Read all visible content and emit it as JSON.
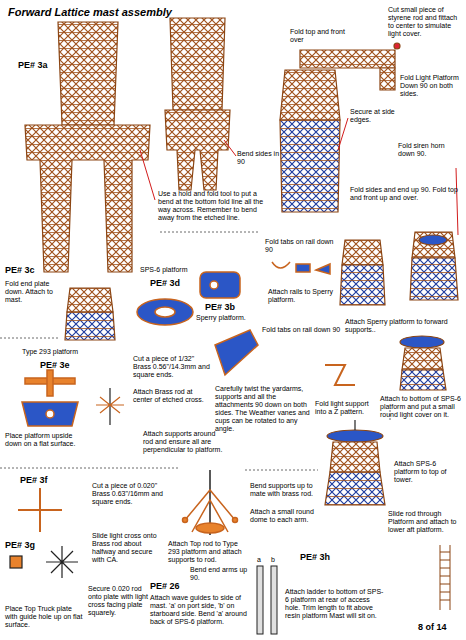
{
  "diagram": {
    "title": "Forward Lattice mast assembly",
    "labels": [
      "PE# 3a",
      "Fold top and front over",
      "Cut small piece of styrene rod and fittach to center to simulate light cover.",
      "Fold Light Platform Down 90 on both sides.",
      "Secure at side edges.",
      "Fold siren horn down 90.",
      "Bend sides in 90",
      "Fold sides and end up 90. Fold top and front up and over.",
      "Use a hold and fold tool to put a bend at the bottom fold line all the way across. Remember to bend away from the etched line.",
      "Fold tabs on rail down 90",
      "PE# 3b",
      "Sperry platform.",
      "Attach rails to Sperry platform.",
      "Attach Sperry platform to forward supports..",
      "PE# 3c",
      "Fold end plate down. Attach to mast.",
      "SPS-6 platform",
      "PE# 3d",
      "Fold tabs on rail down 90",
      "Type 293 platform",
      "PE# 3e",
      "Cut a piece of 1/32\" Brass 0.56\"/14.3mm and square ends.",
      "Attach Brass rod at center of etched cross.",
      "Carefully twist the yardarms, supports and all the attachments 90 down on both sides. The Weather vanes and cups can be rotated to any angle.",
      "Fold light support into a Z pattern.",
      "Attach to bottom of SPS-6 platform and put a small round light cover on it.",
      "Place platform upside down on a flat surface.",
      "Attach supports around rod and ensure all are perpendicular to platform.",
      "Attach SPS-6 platform to top of tower.",
      "PE# 3f",
      "Cut a piece of 0.020\" Brass 0.63\"/16mm and square ends.",
      "Bend supports up to mate with brass rod.",
      "Attach a small round dome to each arm.",
      "Slide rod through Platform and attach to lower aft platform.",
      "PE# 3g",
      "Slide light cross onto Brass rod about halfway and secure with CA.",
      "Attach Top rod to Type 293 platform and attach supports to rod.",
      "PE# 3h",
      "Bend end arms up 90.",
      "Secure 0.020 rod onto plate with light cross facing plate squarely.",
      "Place Top Truck plate with guide hole up on flat surface.",
      "Attach wave guides to side of mast. 'a' on port side, 'b' on starboard side. Bend 'a' around back of SPS-6 platform.",
      "PE# 26",
      "a",
      "b",
      "Attach ladder to bottom of SPS-6 platform at rear of access hole. Trim length to fit above resin platform Mast will sit on.",
      "8 of 14"
    ]
  }
}
